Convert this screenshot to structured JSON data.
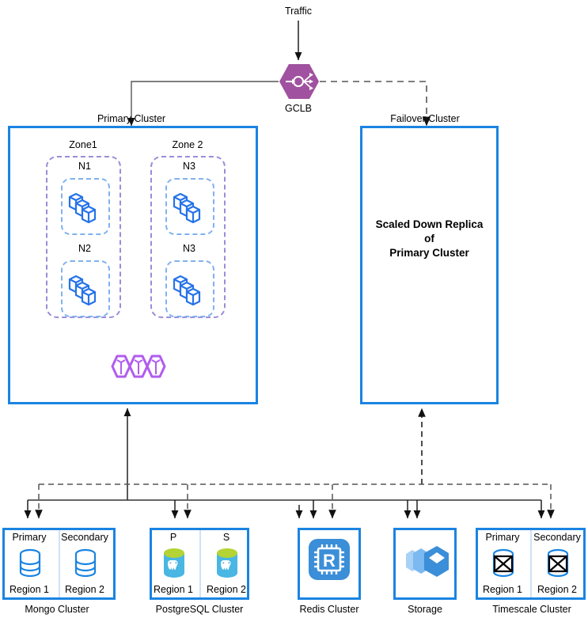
{
  "diagram": {
    "traffic_label": "Traffic",
    "gclb": {
      "label": "GCLB",
      "icon": "load-balancer-icon",
      "color": "#a0519f"
    }
  },
  "primary_cluster": {
    "caption": "Primary Cluster",
    "border_color": "#1a84e2",
    "zones": [
      {
        "caption": "Zone1",
        "nodes": [
          {
            "caption": "N1",
            "icon": "kubernetes-nodes-icon"
          },
          {
            "caption": "N2",
            "icon": "kubernetes-nodes-icon"
          }
        ]
      },
      {
        "caption": "Zone 2",
        "nodes": [
          {
            "caption": "N3",
            "icon": "kubernetes-nodes-icon"
          },
          {
            "caption": "N3",
            "icon": "kubernetes-nodes-icon"
          }
        ]
      }
    ],
    "pods_icon": "pods-group-icon",
    "pods_color": "#b15cf0"
  },
  "failover_cluster": {
    "caption": "Failover Cluster",
    "border_color": "#1a84e2",
    "body_line1": "Scaled Down Replica",
    "body_line2": "of",
    "body_line3": "Primary Cluster"
  },
  "datastores": [
    {
      "caption": "Mongo Cluster",
      "icon": "mongo-db-icon",
      "split": true,
      "left": {
        "role": "Primary",
        "region": "Region 1"
      },
      "right": {
        "role": "Secondary",
        "region": "Region 2"
      }
    },
    {
      "caption": "PostgreSQL Cluster",
      "icon": "postgresql-db-icon",
      "split": true,
      "left": {
        "role": "P",
        "region": "Region 1"
      },
      "right": {
        "role": "S",
        "region": "Region 2"
      }
    },
    {
      "caption": "Redis Cluster",
      "icon": "redis-icon",
      "split": false,
      "left": {
        "role": "",
        "region": ""
      },
      "right": {
        "role": "",
        "region": ""
      }
    },
    {
      "caption": "Storage",
      "icon": "storage-icon",
      "split": false,
      "left": {
        "role": "",
        "region": ""
      },
      "right": {
        "role": "",
        "region": ""
      }
    },
    {
      "caption": "Timescale Cluster",
      "icon": "timescale-db-icon",
      "split": true,
      "left": {
        "role": "Primary",
        "region": "Region 1"
      },
      "right": {
        "role": "Secondary",
        "region": "Region 2"
      }
    }
  ]
}
